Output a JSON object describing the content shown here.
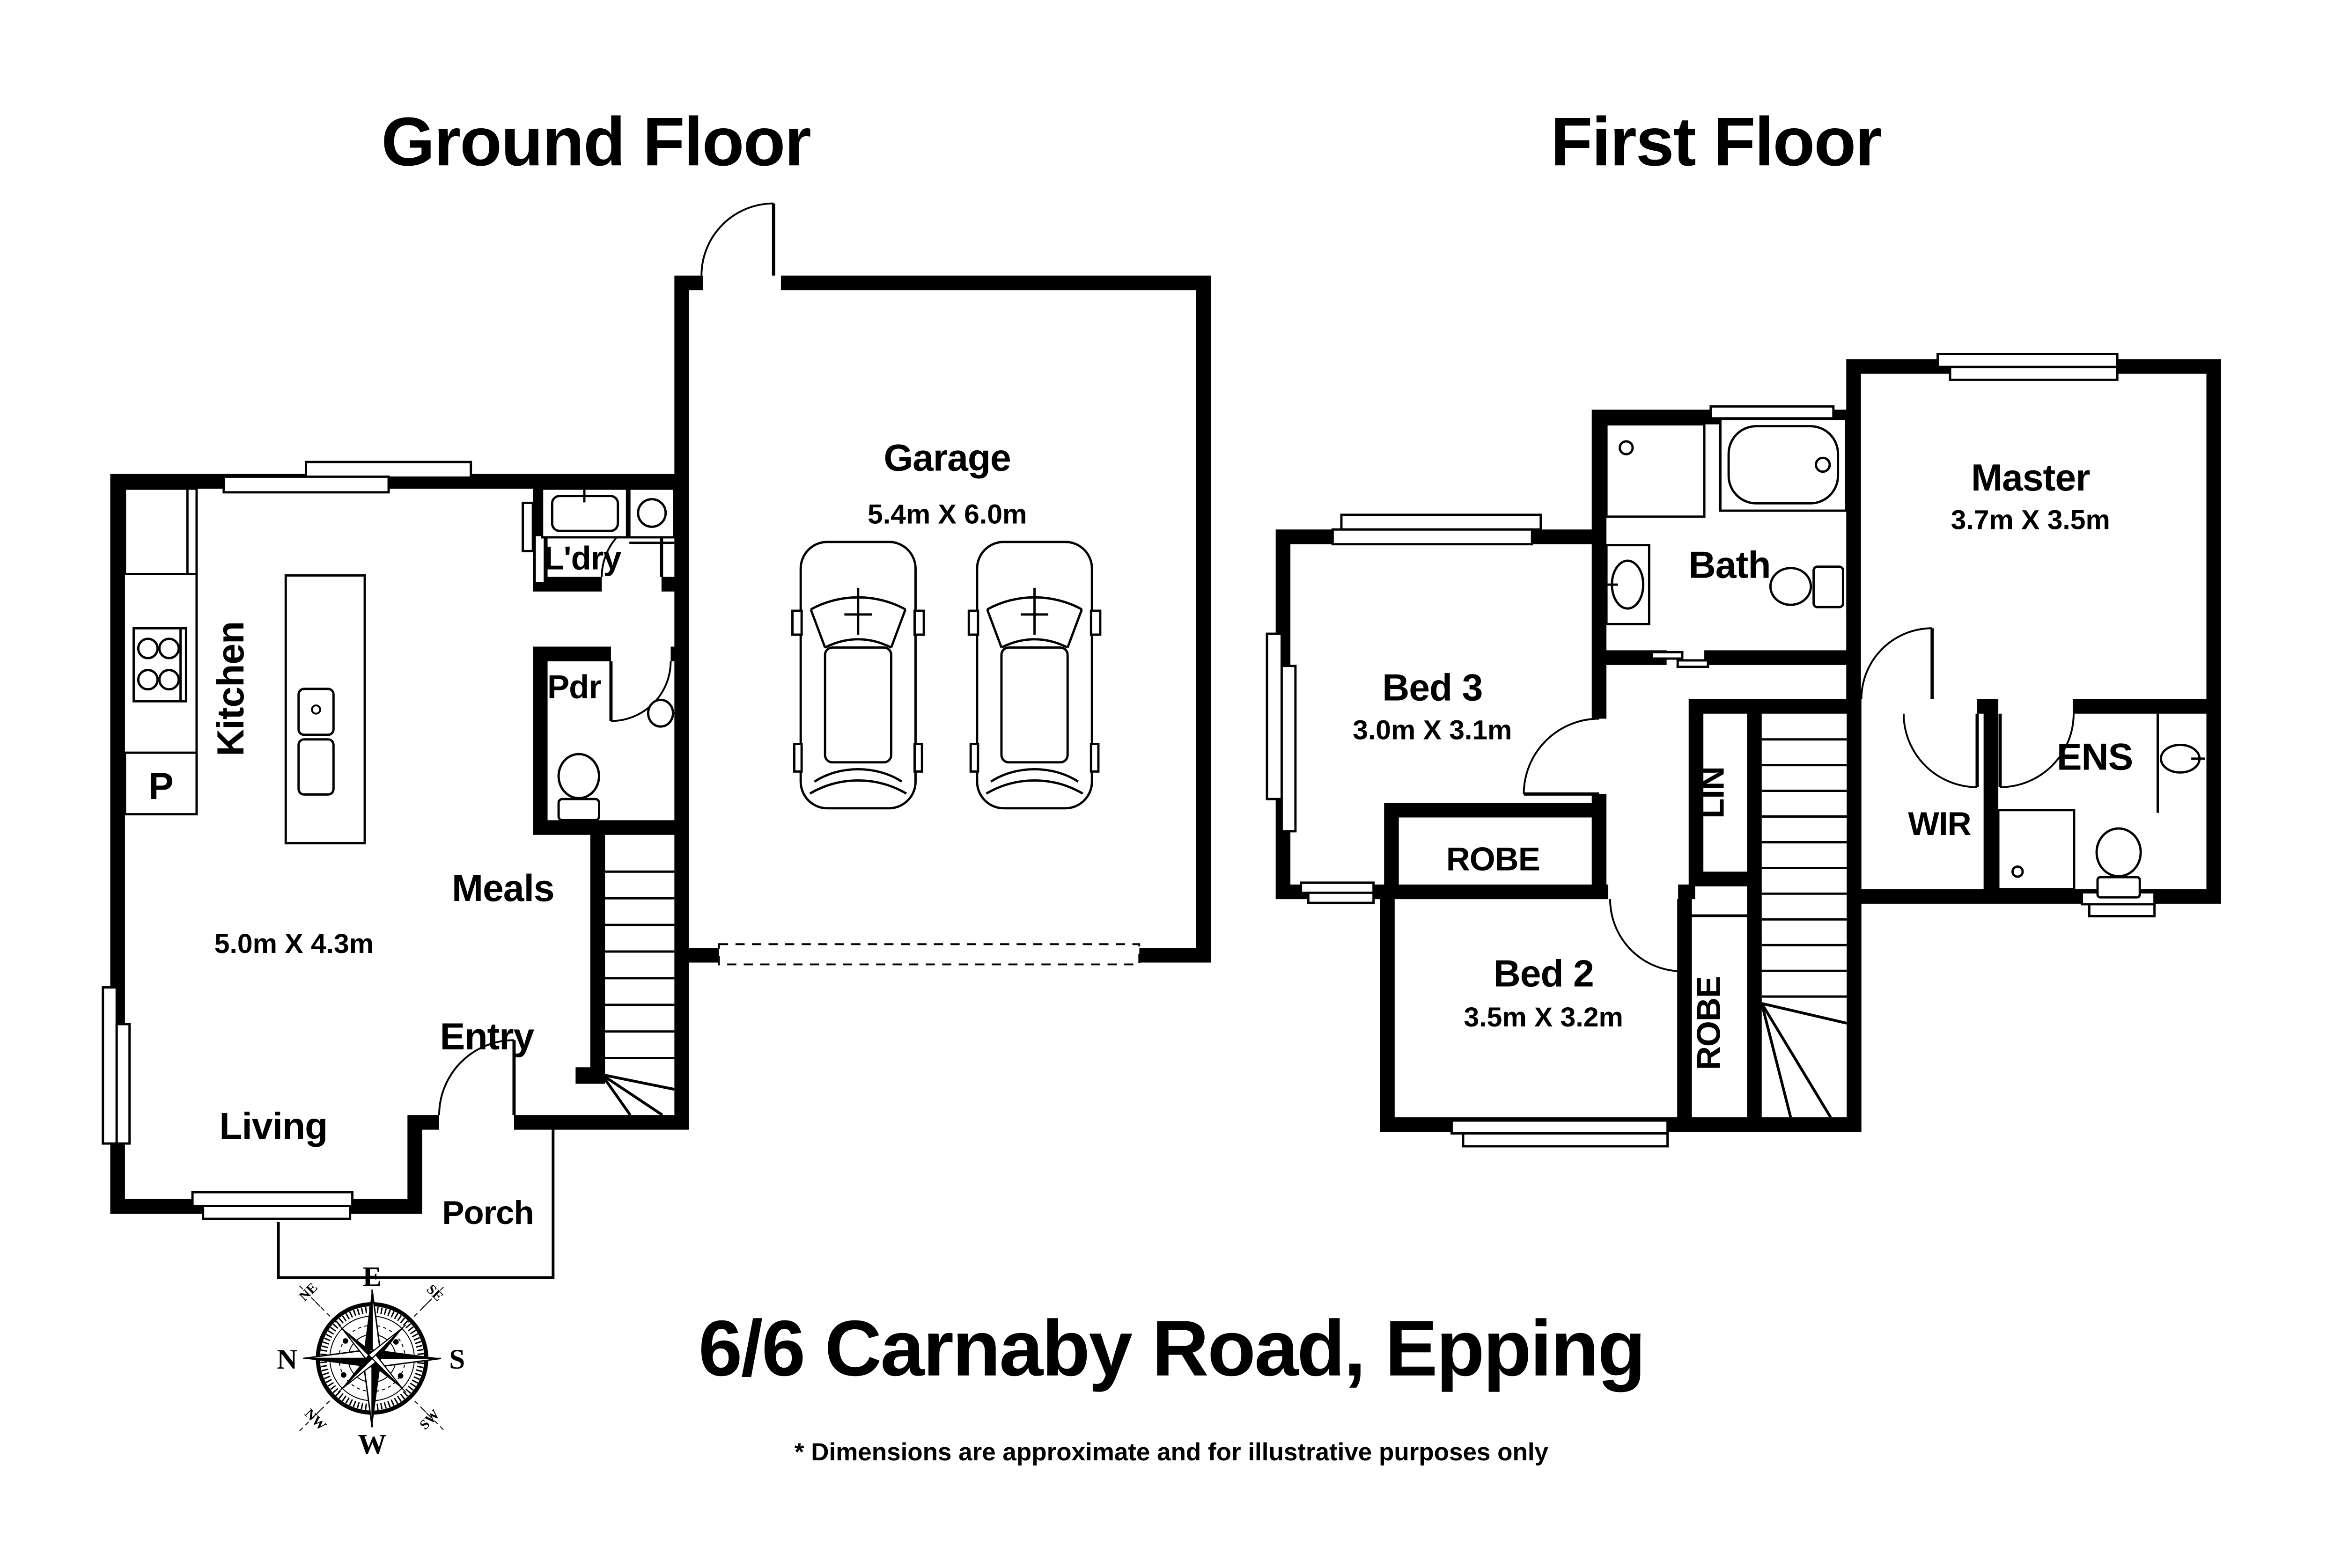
{
  "titles": {
    "ground": "Ground Floor",
    "first": "First Floor"
  },
  "address": "6/6 Carnaby Road, Epping",
  "disclaimer": "* Dimensions are approximate and for illustrative purposes only",
  "ground": {
    "garage": {
      "name": "Garage",
      "dims": "5.4m X 6.0m"
    },
    "kitchen": {
      "name": "Kitchen"
    },
    "pantry": {
      "name": "P"
    },
    "laundry": {
      "name": "L'dry"
    },
    "powder": {
      "name": "Pdr"
    },
    "meals": {
      "name": "Meals"
    },
    "entry": {
      "name": "Entry"
    },
    "living": {
      "name": "Living",
      "dims": "5.0m X 4.3m"
    },
    "porch": {
      "name": "Porch"
    }
  },
  "first": {
    "bed3": {
      "name": "Bed 3",
      "dims": "3.0m X 3.1m"
    },
    "bath": {
      "name": "Bath"
    },
    "master": {
      "name": "Master",
      "dims": "3.7m X 3.5m"
    },
    "robe_bed3": {
      "name": "ROBE"
    },
    "linen": {
      "name": "LIN"
    },
    "wir": {
      "name": "WIR"
    },
    "ens": {
      "name": "ENS"
    },
    "bed2": {
      "name": "Bed 2",
      "dims": "3.5m X 3.2m"
    },
    "robe_bed2": {
      "name": "ROBE"
    }
  },
  "compass": {
    "e": "E",
    "s": "S",
    "w": "W",
    "n": "N",
    "se": "SE",
    "ne": "NE",
    "sw": "SW",
    "nw": "NW"
  },
  "colors": {
    "ink": "#000000",
    "paper": "#ffffff"
  }
}
